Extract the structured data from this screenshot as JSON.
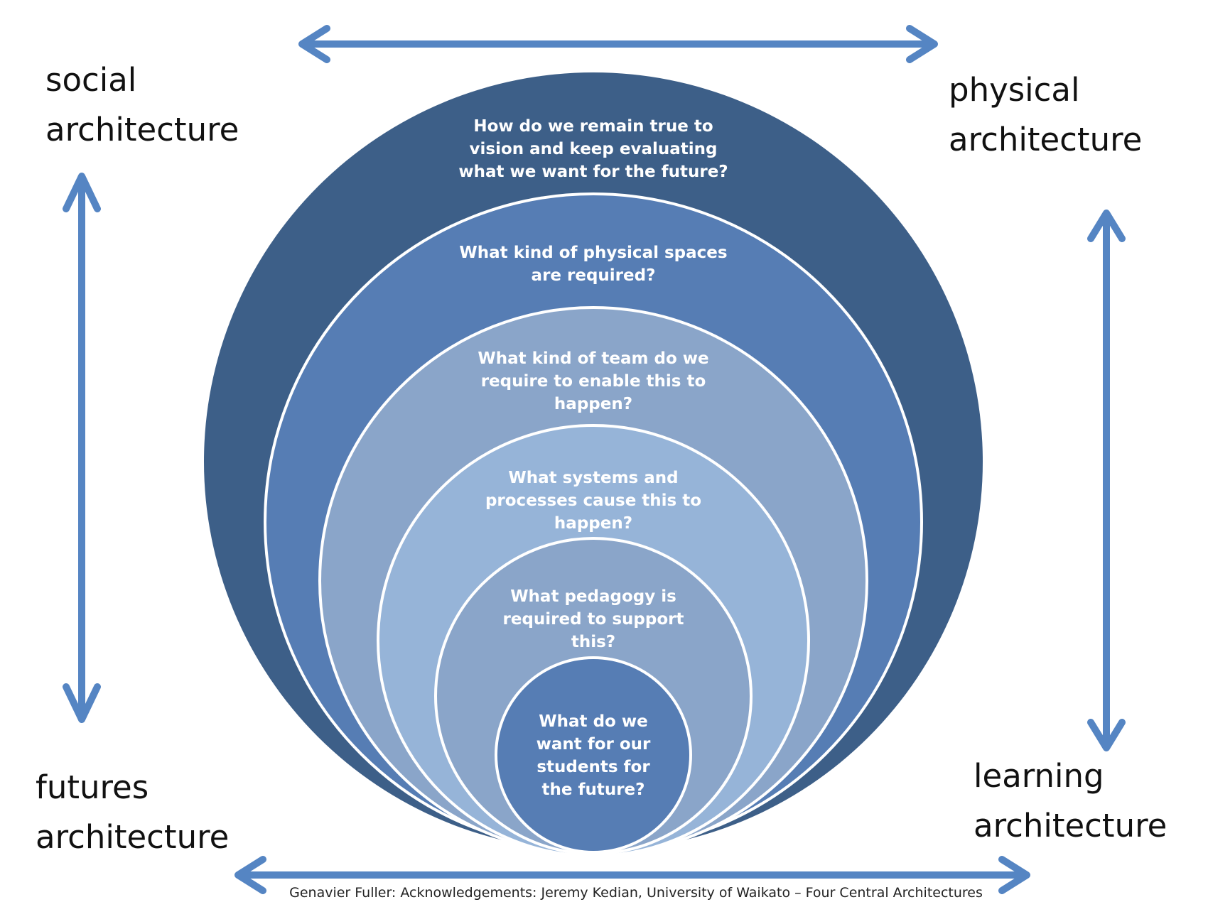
{
  "corners": {
    "social": "social\narchitecture",
    "physical": "physical\narchitecture",
    "futures": "futures\narchitecture",
    "learning": "learning\narchitecture"
  },
  "rings": [
    {
      "question": "How do we remain true to\nvision and keep evaluating\nwhat we want for the future?",
      "color": "#3d5f88"
    },
    {
      "question": "What kind of physical spaces\nare required?",
      "color": "#567db4"
    },
    {
      "question": "What kind of team do we\nrequire to enable this to\nhappen?",
      "color": "#8aa5c9"
    },
    {
      "question": "What systems and\nprocesses cause this to\nhappen?",
      "color": "#96b4d8"
    },
    {
      "question": "What pedagogy is\nrequired to support\nthis?",
      "color": "#8aa5c9"
    },
    {
      "question": "What do we\nwant for our\nstudents for\nthe future?",
      "color": "#567db4"
    }
  ],
  "arrow_color": "#5585c3",
  "caption": "Genavier Fuller: Acknowledgements: Jeremy Kedian, University of Waikato – Four Central Architectures",
  "icons": [
    "double-arrow-horizontal-top",
    "double-arrow-horizontal-bottom",
    "double-arrow-vertical-left",
    "double-arrow-vertical-right"
  ]
}
